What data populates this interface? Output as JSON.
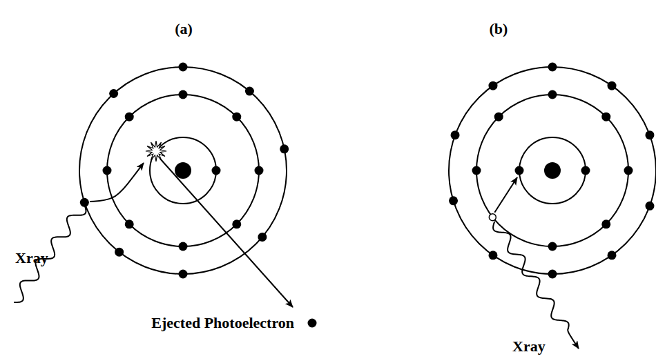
{
  "diagram": {
    "labels": [
      "(a)",
      "(b)",
      "Xray",
      "Ejected Photoelectron",
      "Xray"
    ]
  }
}
